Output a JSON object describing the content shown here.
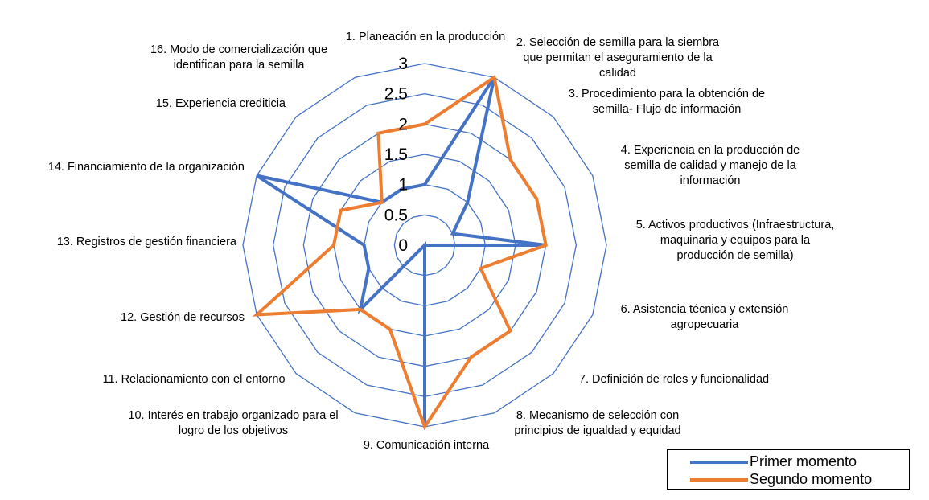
{
  "chart_data": {
    "type": "radar",
    "categories": [
      "1. Planeación en la producción",
      "2. Selección de semilla para la siembra que permitan el aseguramiento de la calidad",
      "3. Procedimiento para la obtención de semilla- Flujo de información",
      "4. Experiencia en la producción de semilla de calidad y manejo de la información",
      "5. Activos productivos (Infraestructura, maquinaria y equipos  para la producción de semilla)",
      "6. Asistencia técnica y extensión agropecuaria",
      "7. Definición de roles y funcionalidad",
      "8. Mecanismo de selección con principios de igualdad y equidad",
      "9. Comunicación interna",
      "10. Interés en trabajo organizado para el logro de los objetivos",
      "11. Relacionamiento con el entorno",
      "12. Gestión de recursos",
      "13. Registros de gestión financiera",
      "14. Financiamiento de la organización",
      "15. Experiencia crediticia",
      "16. Modo de comercialización que identifican para la semilla"
    ],
    "category_lines": [
      [
        "1. Planeación en la producción"
      ],
      [
        "2. Selección de semilla para la siembra",
        "que permitan el aseguramiento de la",
        "calidad"
      ],
      [
        "3. Procedimiento para la obtención de",
        "semilla- Flujo de información"
      ],
      [
        "4. Experiencia en la producción de",
        "semilla de calidad y manejo de la",
        "información"
      ],
      [
        "5. Activos productivos (Infraestructura,",
        "maquinaria y equipos  para la",
        "producción de semilla)"
      ],
      [
        "6. Asistencia técnica y extensión",
        "agropecuaria"
      ],
      [
        "7. Definición de roles y funcionalidad"
      ],
      [
        "8. Mecanismo de selección con",
        "principios de igualdad y equidad"
      ],
      [
        "9. Comunicación interna"
      ],
      [
        "10. Interés en trabajo organizado para el",
        "logro de los objetivos"
      ],
      [
        "11. Relacionamiento con el entorno"
      ],
      [
        "12. Gestión de recursos"
      ],
      [
        "13. Registros de gestión financiera"
      ],
      [
        "14. Financiamiento de la organización"
      ],
      [
        "15. Experiencia crediticia"
      ],
      [
        "16. Modo de comercialización que",
        "identifican para la semilla"
      ]
    ],
    "ticks": [
      "0",
      "0.5",
      "1",
      "1.5",
      "2",
      "2.5",
      "3"
    ],
    "rmax": 3,
    "grid": true,
    "legend_position": "bottom-right",
    "series": [
      {
        "name": "Primer momento",
        "color": "#4472C4",
        "values": [
          1,
          3,
          1,
          0.5,
          2,
          0,
          0,
          0,
          3,
          0,
          1.5,
          1,
          1,
          3,
          1,
          1
        ]
      },
      {
        "name": "Segundo momento",
        "color": "#ED7D31",
        "values": [
          2,
          3,
          2,
          2,
          2,
          1,
          2,
          2,
          3,
          1.5,
          1.5,
          3,
          1.5,
          1.5,
          1,
          2
        ]
      }
    ],
    "grid_color": "#4472C4"
  }
}
